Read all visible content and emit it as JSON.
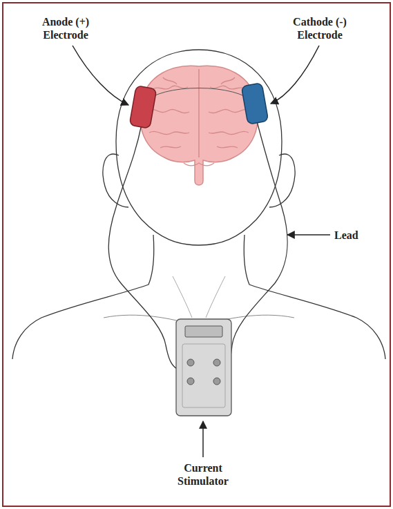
{
  "diagram": {
    "labels": [
      "Anode (+) Electrode",
      "Cathode (-) Electrode",
      "Lead",
      "Current Stimulator"
    ]
  }
}
